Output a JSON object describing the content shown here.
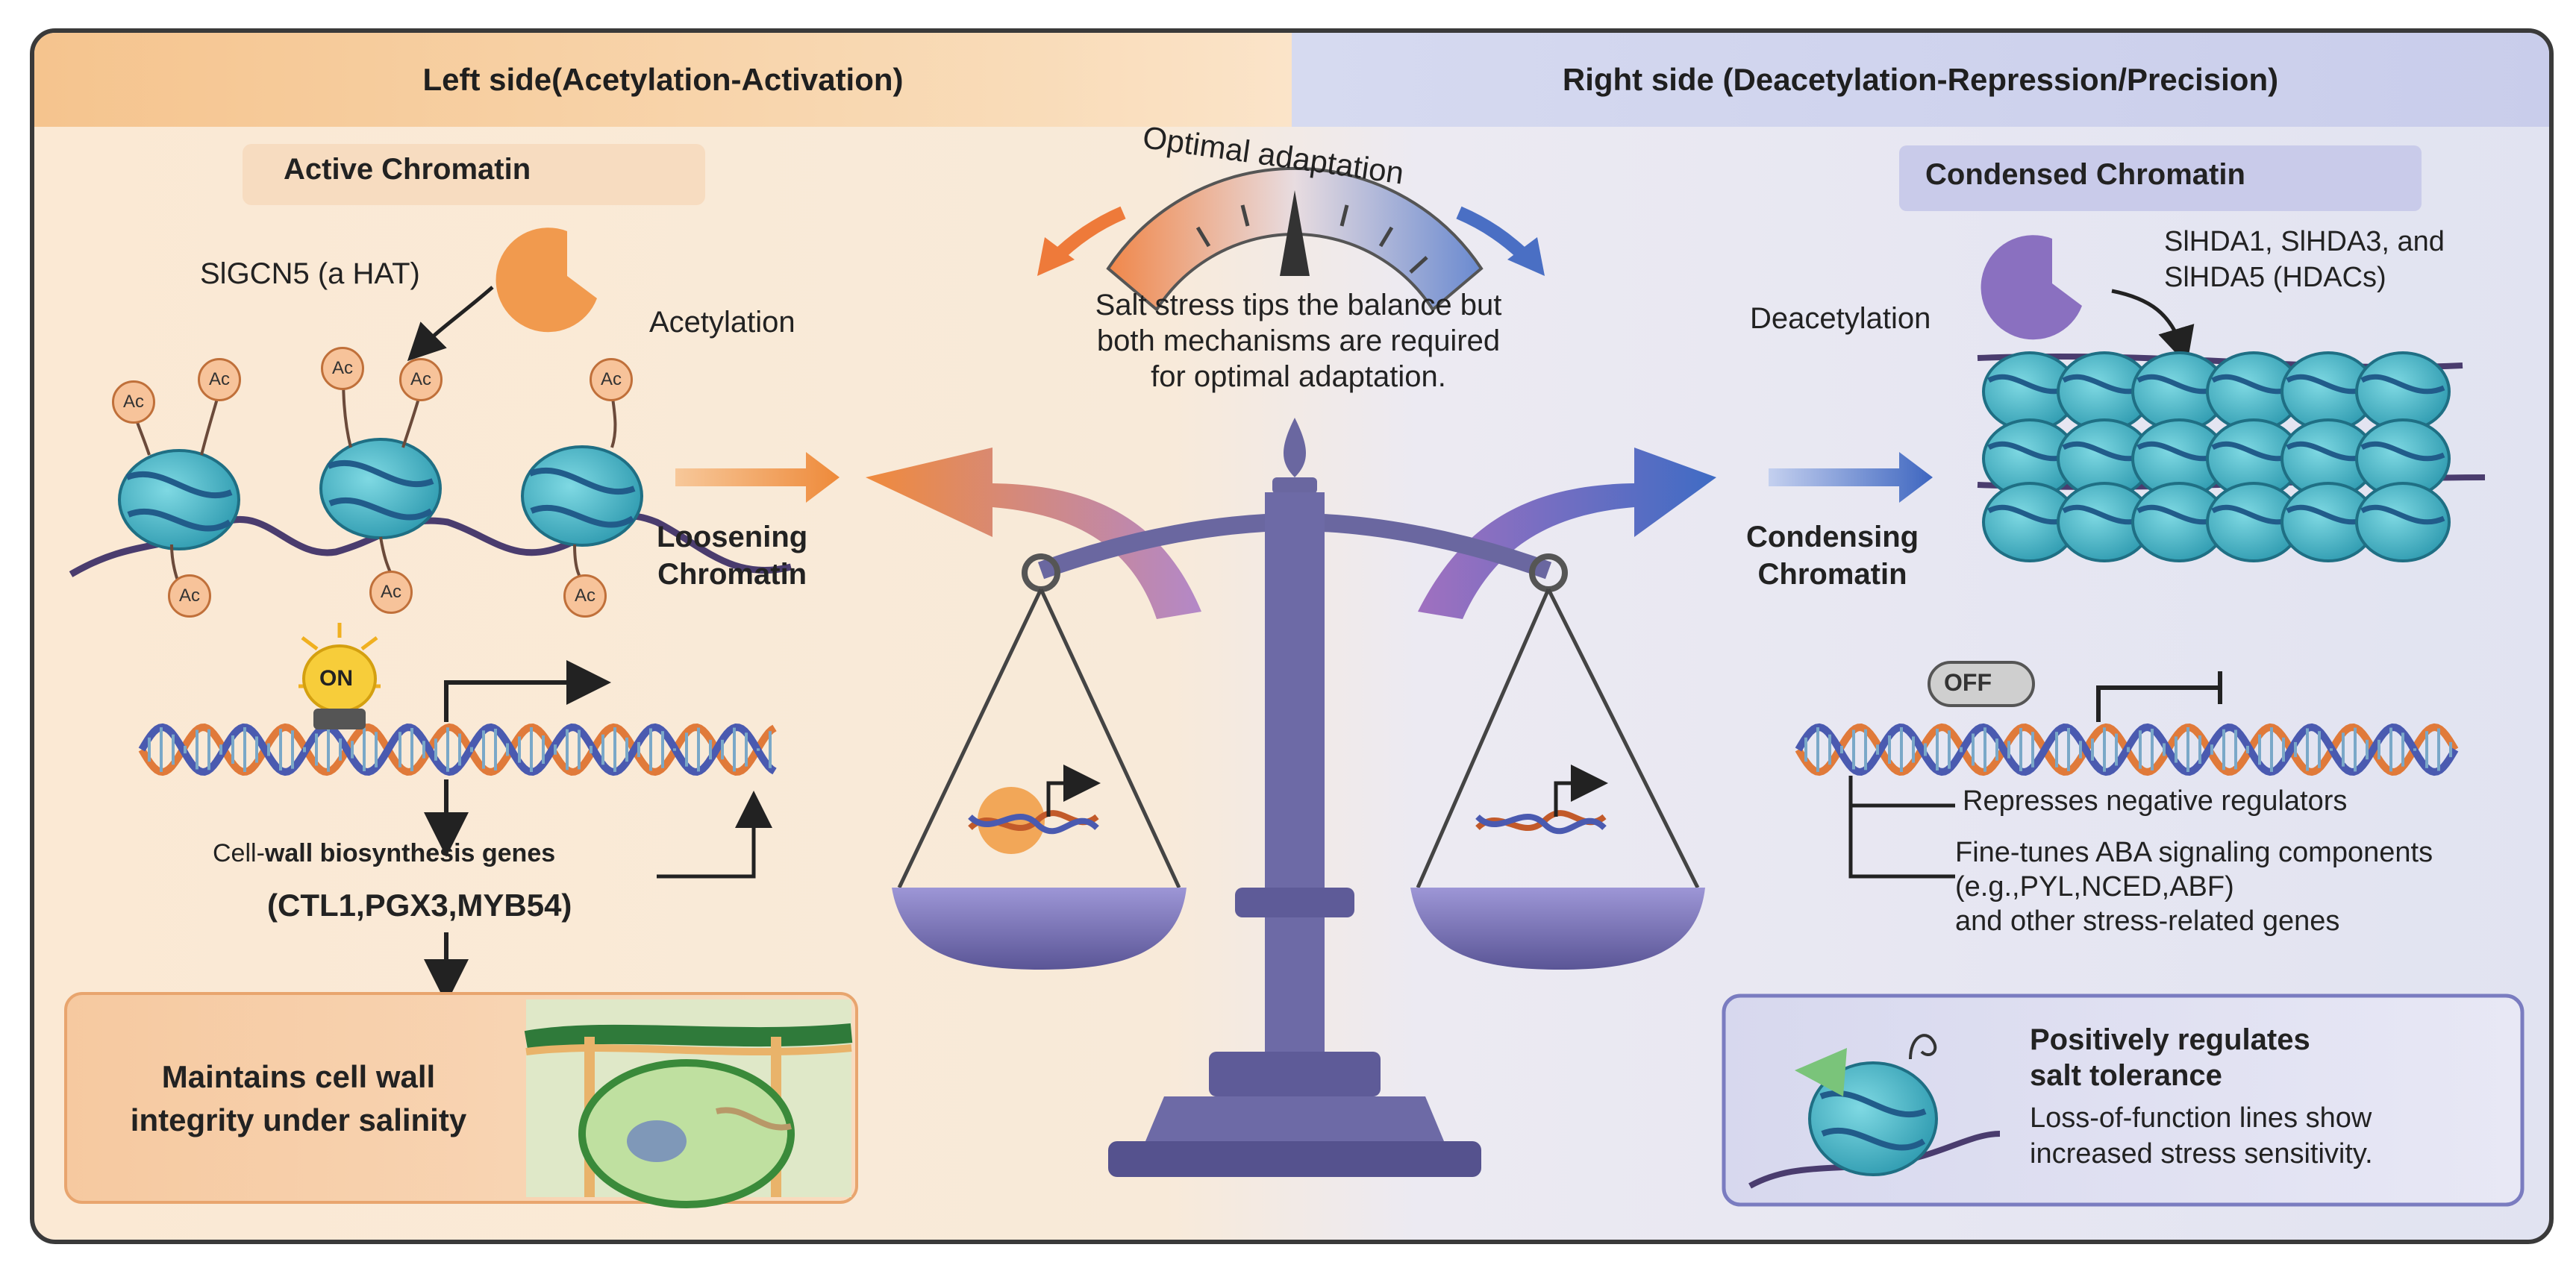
{
  "header": {
    "left_title": "Left side(Acetylation-Activation)",
    "right_title": "Right side (Deacetylation-Repression/Precision)"
  },
  "left": {
    "chromatin_label": "Active Chromatin",
    "enzyme_label": "SlGCN5 (a HAT)",
    "process_label": "Acetylation",
    "ac_mark": "Ac",
    "loosening_line1": "Loosening",
    "loosening_line2": "Chromatin",
    "on_label": "ON",
    "genes_label_prefix": "Cell-",
    "genes_label_rest": "wall biosynthesis genes",
    "genes_list": "(CTL1,PGX3,MYB54)",
    "outcome_line1": "Maintains cell wall",
    "outcome_line2": "integrity under salinity"
  },
  "center": {
    "gauge_label": "Optimal adaptation",
    "caption_line1": "Salt stress tips the balance but",
    "caption_line2": "both mechanisms are required",
    "caption_line3": "for optimal adaptation."
  },
  "right": {
    "chromatin_label": "Condensed Chromatin",
    "enzyme_line1": "SlHDA1, SlHDA3, and",
    "enzyme_line2": "SlHDA5 (HDACs)",
    "process_label": "Deacetylation",
    "condensing_line1": "Condensing",
    "condensing_line2": "Chromatin",
    "off_label": "OFF",
    "represses_label": "Represses negative regulators",
    "finetunes_line1": "Fine-tunes ABA signaling components",
    "finetunes_line2": "(e.g.,PYL,NCED,ABF)",
    "finetunes_line3": "and other stress-related genes",
    "outcome_title_line1": "Positively regulates",
    "outcome_title_line2": "salt tolerance",
    "outcome_desc_line1": "Loss-of-function lines show",
    "outcome_desc_line2": "increased stress sensitivity."
  },
  "colors": {
    "orange": "#ee8a3a",
    "blue": "#4a6fc4",
    "purple": "#8a70c0",
    "nucleosome": "#3cb6c6",
    "scale": "#6a67a0"
  }
}
